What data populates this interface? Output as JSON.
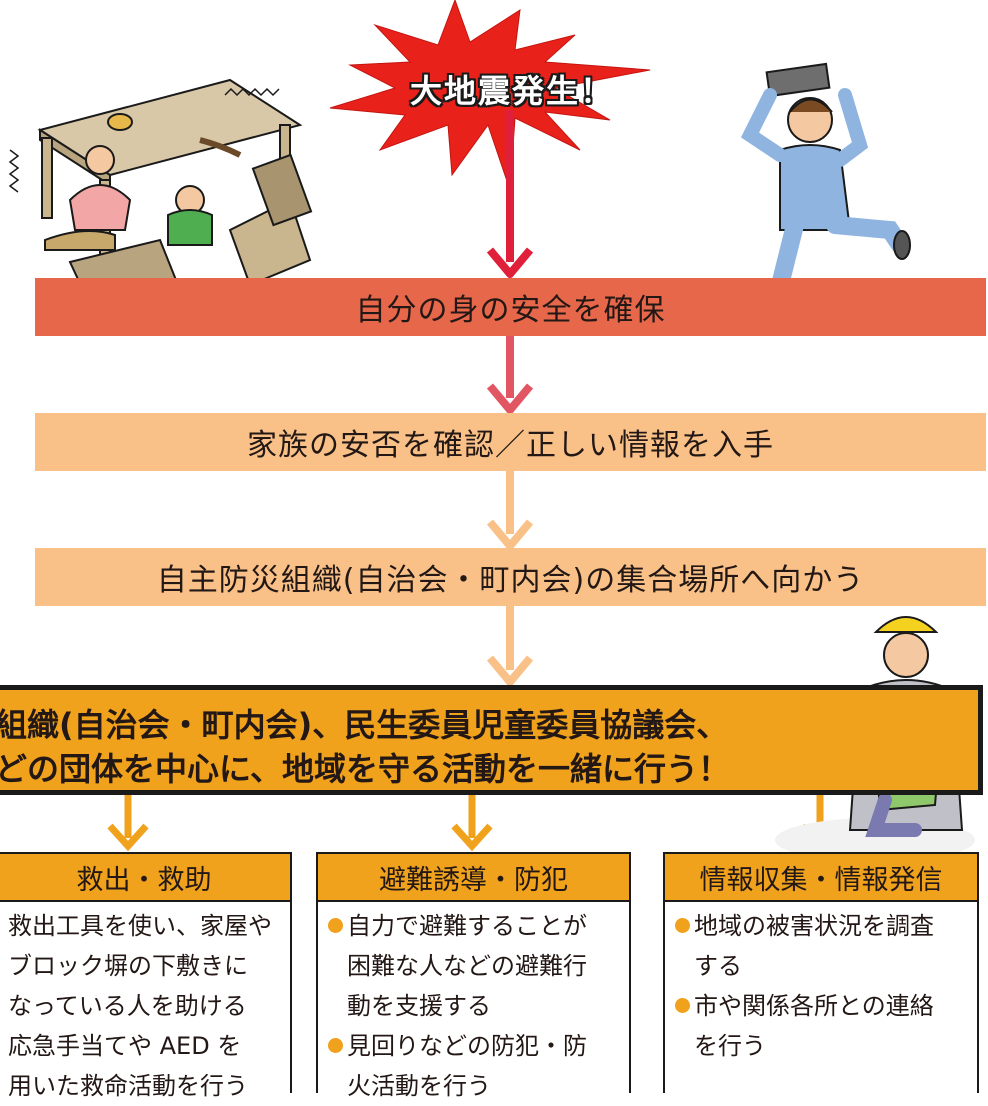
{
  "burst": {
    "label": "大地震発生！",
    "color": "#e8211b"
  },
  "steps": {
    "safety": "自分の身の安全を確保",
    "family": "家族の安否を確認／正しい情報を入手",
    "gather": "自主防災組織(自治会・町内会)の集合場所へ向かう"
  },
  "cooperation": {
    "line1": "組織(自治会・町内会)、民生委員児童委員協議会、",
    "line2": "どの団体を中心に、地域を守る活動を一緒に行う！"
  },
  "columns": [
    {
      "title": "救出・救助",
      "items": [
        {
          "lines": [
            "救出工具を使い、家屋や",
            "ブロック塀の下敷きに",
            "なっている人を助ける"
          ]
        },
        {
          "lines": [
            "応急手当てや AED を",
            "用いた救命活動を行う"
          ]
        }
      ]
    },
    {
      "title": "避難誘導・防犯",
      "items": [
        {
          "lines": [
            "自力で避難することが",
            "困難な人などの避難行",
            "動を支援する"
          ]
        },
        {
          "lines": [
            "見回りなどの防犯・防",
            "火活動を行う"
          ]
        }
      ]
    },
    {
      "title": "情報収集・情報発信",
      "items": [
        {
          "lines": [
            "地域の被害状況を調査",
            "する"
          ]
        },
        {
          "lines": [
            "市や関係各所との連絡",
            "を行う"
          ]
        }
      ]
    }
  ],
  "colors": {
    "safety_bar": "#e7674a",
    "light_bar": "#f9c188",
    "orange": "#f0a21c",
    "red_arrow": "#e0203a",
    "pink_arrow": "#e25563",
    "light_arrow": "#f9c188"
  }
}
